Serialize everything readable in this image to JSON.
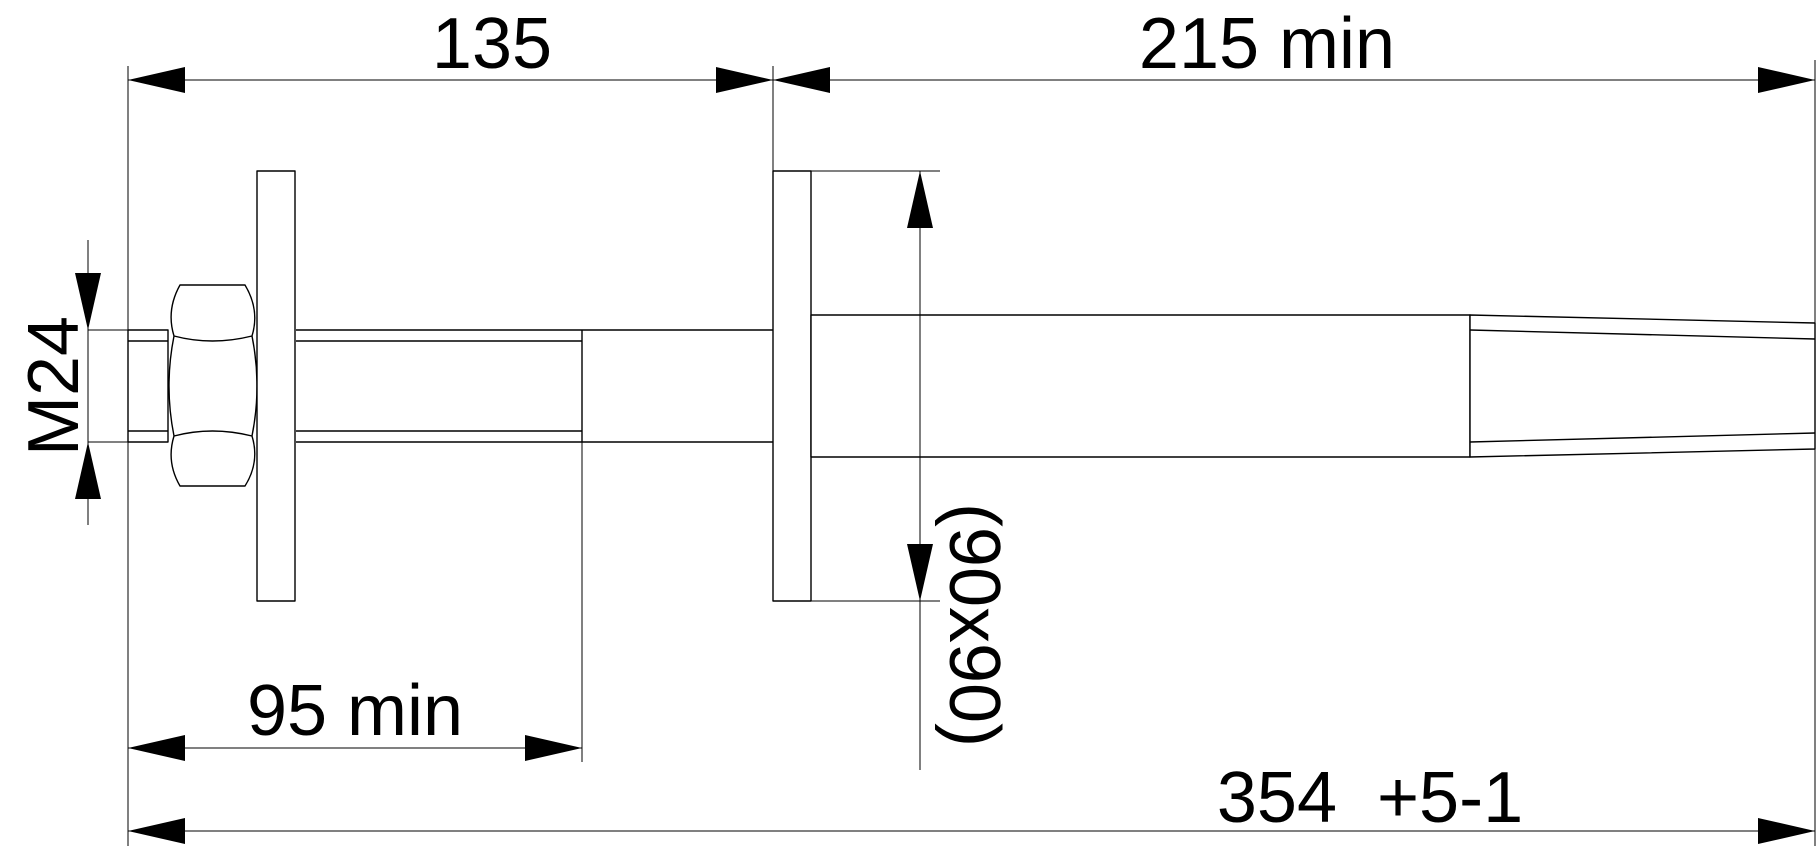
{
  "drawing": {
    "line_color": "#000000",
    "background": "#ffffff",
    "dimensions": {
      "top_left": "135",
      "top_right": "215 min",
      "thread_length": "95 min",
      "overall_length": "354  +5-1",
      "thread_size": "M24",
      "plate_size": "(90x90)"
    }
  }
}
